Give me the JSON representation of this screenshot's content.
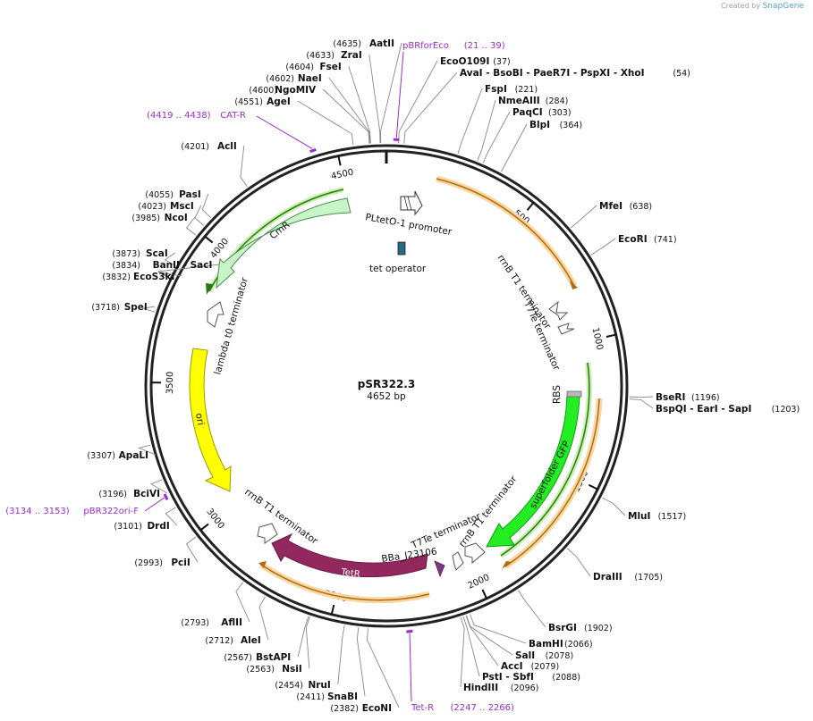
{
  "credit": {
    "prefix": "Created by",
    "brand": "SnapGene"
  },
  "plasmid": {
    "name": "pSR322.3",
    "length_label": "4652 bp",
    "length": 4652
  },
  "colors": {
    "primer": "#9b2bd0",
    "cmr": "#c8f5c8",
    "ori": "#ffff00",
    "gfp": "#22ee22",
    "tetr": "#93285e",
    "orange": "#f0b050",
    "green_edge": "#60b030"
  },
  "ticks": [
    {
      "label": "500",
      "pos": 500
    },
    {
      "label": "1000",
      "pos": 1000
    },
    {
      "label": "1500",
      "pos": 1500
    },
    {
      "label": "2000",
      "pos": 2000
    },
    {
      "label": "2500",
      "pos": 2500
    },
    {
      "label": "3000",
      "pos": 3000
    },
    {
      "label": "3500",
      "pos": 3500
    },
    {
      "label": "4000",
      "pos": 4000
    },
    {
      "label": "4500",
      "pos": 4500
    }
  ],
  "sites": [
    {
      "name": "AatII",
      "pos_label": "(4635)",
      "pos": 4635,
      "side": "L"
    },
    {
      "name": "ZraI",
      "pos_label": "(4633)",
      "pos": 4633,
      "side": "L"
    },
    {
      "name": "FseI",
      "pos_label": "(4604)",
      "pos": 4604,
      "side": "L"
    },
    {
      "name": "NaeI",
      "pos_label": "(4602)",
      "pos": 4602,
      "side": "L"
    },
    {
      "name": "NgoMIV",
      "pos_label": "(4600)",
      "pos": 4600,
      "side": "L"
    },
    {
      "name": "AgeI",
      "pos_label": "(4551)",
      "pos": 4551,
      "side": "L"
    },
    {
      "name": "AclI",
      "pos_label": "(4201)",
      "pos": 4201,
      "side": "L"
    },
    {
      "name": "PasI",
      "pos_label": "(4055)",
      "pos": 4055,
      "side": "L"
    },
    {
      "name": "MscI",
      "pos_label": "(4023)",
      "pos": 4023,
      "side": "L"
    },
    {
      "name": "NcoI",
      "pos_label": "(3985)",
      "pos": 3985,
      "side": "L"
    },
    {
      "name": "ScaI",
      "pos_label": "(3873)",
      "pos": 3873,
      "side": "L"
    },
    {
      "name": "BanII - SacI",
      "pos_label": "(3834)",
      "pos": 3834,
      "side": "L"
    },
    {
      "name": "EcoS3kI",
      "pos_label": "(3832)",
      "pos": 3832,
      "side": "L"
    },
    {
      "name": "SpeI",
      "pos_label": "(3718)",
      "pos": 3718,
      "side": "L"
    },
    {
      "name": "ApaLI",
      "pos_label": "(3307)",
      "pos": 3307,
      "side": "L"
    },
    {
      "name": "BciVI",
      "pos_label": "(3196)",
      "pos": 3196,
      "side": "L"
    },
    {
      "name": "DrdI",
      "pos_label": "(3101)",
      "pos": 3101,
      "side": "L"
    },
    {
      "name": "PciI",
      "pos_label": "(2993)",
      "pos": 2993,
      "side": "L"
    },
    {
      "name": "AflII",
      "pos_label": "(2793)",
      "pos": 2793,
      "side": "L"
    },
    {
      "name": "AleI",
      "pos_label": "(2712)",
      "pos": 2712,
      "side": "L"
    },
    {
      "name": "BstAPI",
      "pos_label": "(2567)",
      "pos": 2567,
      "side": "L"
    },
    {
      "name": "NsiI",
      "pos_label": "(2563)",
      "pos": 2563,
      "side": "L"
    },
    {
      "name": "NruI",
      "pos_label": "(2454)",
      "pos": 2454,
      "side": "L"
    },
    {
      "name": "SnaBI",
      "pos_label": "(2411)",
      "pos": 2411,
      "side": "L"
    },
    {
      "name": "EcoNI",
      "pos_label": "(2382)",
      "pos": 2382,
      "side": "L"
    },
    {
      "name": "EcoO109I",
      "pos_label": "(37)",
      "pos": 37,
      "side": "R"
    },
    {
      "name": "AvaI - BsoBI - PaeR7I - PspXI - XhoI",
      "pos_label": "(54)",
      "pos": 54,
      "side": "R"
    },
    {
      "name": "FspI",
      "pos_label": "(221)",
      "pos": 221,
      "side": "R"
    },
    {
      "name": "NmeAIII",
      "pos_label": "(284)",
      "pos": 284,
      "side": "R"
    },
    {
      "name": "PaqCI",
      "pos_label": "(303)",
      "pos": 303,
      "side": "R"
    },
    {
      "name": "BlpI",
      "pos_label": "(364)",
      "pos": 364,
      "side": "R"
    },
    {
      "name": "MfeI",
      "pos_label": "(638)",
      "pos": 638,
      "side": "R"
    },
    {
      "name": "EcoRI",
      "pos_label": "(741)",
      "pos": 741,
      "side": "R"
    },
    {
      "name": "BseRI",
      "pos_label": "(1196)",
      "pos": 1196,
      "side": "R"
    },
    {
      "name": "BspQI - EarI - SapI",
      "pos_label": "(1203)",
      "pos": 1203,
      "side": "R"
    },
    {
      "name": "MluI",
      "pos_label": "(1517)",
      "pos": 1517,
      "side": "R"
    },
    {
      "name": "DraIII",
      "pos_label": "(1705)",
      "pos": 1705,
      "side": "R"
    },
    {
      "name": "BsrGI",
      "pos_label": "(1902)",
      "pos": 1902,
      "side": "R"
    },
    {
      "name": "BamHI",
      "pos_label": "(2066)",
      "pos": 2066,
      "side": "R"
    },
    {
      "name": "SalI",
      "pos_label": "(2078)",
      "pos": 2078,
      "side": "R"
    },
    {
      "name": "AccI",
      "pos_label": "(2079)",
      "pos": 2079,
      "side": "R"
    },
    {
      "name": "PstI - SbfI",
      "pos_label": "(2088)",
      "pos": 2088,
      "side": "R"
    },
    {
      "name": "HindIII",
      "pos_label": "(2096)",
      "pos": 2096,
      "side": "R"
    }
  ],
  "primers": [
    {
      "name": "pBRforEco",
      "range_label": "(21 .. 39)",
      "start": 21,
      "end": 39
    },
    {
      "name": "CAT-R",
      "range_label": "(4419 .. 4438)",
      "start": 4419,
      "end": 4438
    },
    {
      "name": "pBR322ori-F",
      "range_label": "(3134 .. 3153)",
      "start": 3134,
      "end": 3153
    },
    {
      "name": "Tet-R",
      "range_label": "(2247 .. 2266)",
      "start": 2247,
      "end": 2266
    }
  ],
  "features": [
    {
      "label": "PLtetO-1 promoter",
      "icon": "promoter-icon"
    },
    {
      "label": "tet operator",
      "icon": "operator-icon"
    },
    {
      "label": "rrnB T1 terminator",
      "icon": "terminator-icon"
    },
    {
      "label": "T7Te terminator",
      "icon": "terminator-icon"
    },
    {
      "label": "RBS",
      "icon": "rbs-icon"
    },
    {
      "label": "superfolder GFP",
      "icon": "cds-arrow"
    },
    {
      "label": "rrnB T1 terminator",
      "icon": "terminator-icon"
    },
    {
      "label": "T7Te terminator",
      "icon": "terminator-icon"
    },
    {
      "label": "BBa_J23106",
      "icon": "promoter-icon"
    },
    {
      "label": "TetR",
      "icon": "cds-arrow"
    },
    {
      "label": "rrnB T1 terminator",
      "icon": "terminator-icon"
    },
    {
      "label": "ori",
      "icon": "ori-arrow"
    },
    {
      "label": "lambda t0 terminator",
      "icon": "terminator-icon"
    },
    {
      "label": "CmR",
      "icon": "cds-arrow"
    }
  ]
}
